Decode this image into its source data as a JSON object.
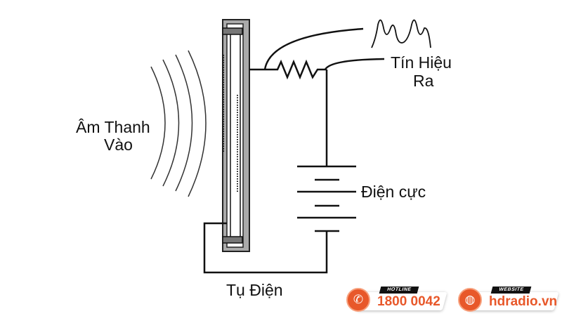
{
  "labels": {
    "sound_in_1": "Âm Thanh",
    "sound_in_2": "Vào",
    "signal_out_1": "Tín Hiệu",
    "signal_out_2": "Ra",
    "electrode": "Điện cực",
    "capacitor": "Tụ Điện"
  },
  "footer": {
    "hotline": {
      "tag": "HOTLINE",
      "value": "1800 0042",
      "icon": "phone-icon"
    },
    "website": {
      "tag": "WEBSITE",
      "value": "hdradio.vn",
      "icon": "globe-icon"
    },
    "accent_color": "#e8582a"
  }
}
